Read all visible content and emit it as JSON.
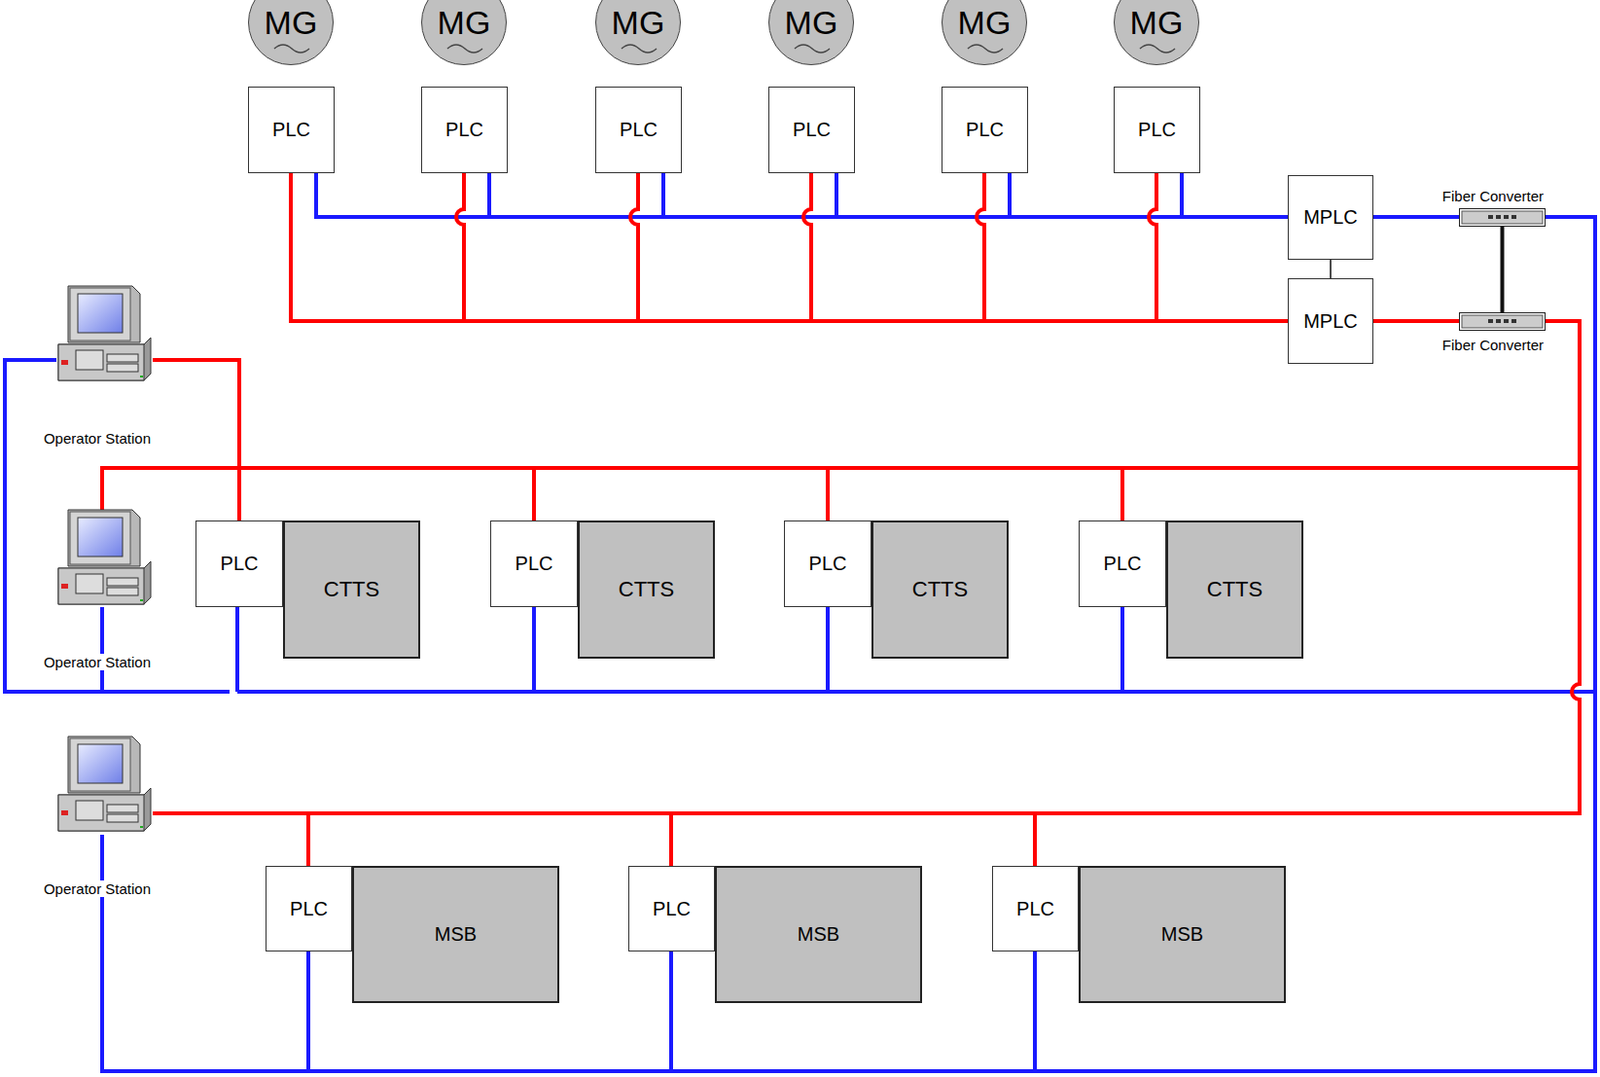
{
  "diagram": {
    "nodes": [
      {
        "text": [
          "MG"
        ]
      },
      {
        "text": [
          "MG"
        ]
      },
      {
        "text": [
          "MG"
        ]
      },
      {
        "text": [
          "MG"
        ]
      },
      {
        "text": [
          "MG"
        ]
      },
      {
        "text": [
          "MG"
        ]
      },
      {
        "text": [
          "PLC"
        ]
      },
      {
        "text": [
          "PLC"
        ]
      },
      {
        "text": [
          "PLC"
        ]
      },
      {
        "text": [
          "PLC"
        ]
      },
      {
        "text": [
          "PLC"
        ]
      },
      {
        "text": [
          "PLC"
        ]
      },
      {
        "text": [
          "MPLC"
        ]
      },
      {
        "text": [
          "Fiber Converter"
        ]
      },
      {
        "text": [
          "MPLC"
        ]
      },
      {
        "text": [
          "Fiber Converter"
        ]
      },
      {
        "text": [
          "Operator Station"
        ]
      },
      {
        "text": [
          "Operator Station"
        ]
      },
      {
        "text": [
          "PLC"
        ]
      },
      {
        "text": [
          "CTTS"
        ]
      },
      {
        "text": [
          "PLC"
        ]
      },
      {
        "text": [
          "CTTS"
        ]
      },
      {
        "text": [
          "PLC"
        ]
      },
      {
        "text": [
          "CTTS"
        ]
      },
      {
        "text": [
          "PLC"
        ]
      },
      {
        "text": [
          "CTTS"
        ]
      },
      {
        "text": [
          "Operator Station"
        ]
      },
      {
        "text": [
          "PLC"
        ]
      },
      {
        "text": [
          "MSB"
        ]
      },
      {
        "text": [
          "PLC"
        ]
      },
      {
        "text": [
          "MSB"
        ]
      },
      {
        "text": [
          "PLC"
        ]
      },
      {
        "text": [
          "MSB"
        ]
      }
    ],
    "edges": [
      {
        "from": 12,
        "to": 13,
        "arrow": "none"
      },
      {
        "from": 14,
        "to": 15,
        "arrow": "none"
      },
      {
        "from": 12,
        "to": 14,
        "arrow": "none"
      },
      {
        "from": 13,
        "to": 15,
        "arrow": "none"
      }
    ]
  }
}
